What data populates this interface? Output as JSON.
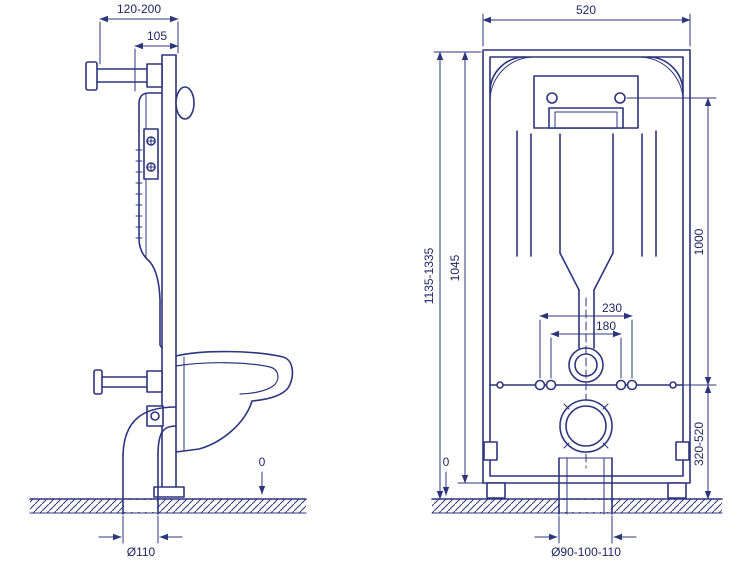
{
  "colors": {
    "line": "#2d357d",
    "text": "#1f2663",
    "background": "#ffffff"
  },
  "left_view": {
    "dims": {
      "wall_offset": "120-200",
      "bracket_offset": "105",
      "drain_diameter": "Ø110",
      "floor_datum": "0"
    }
  },
  "right_view": {
    "dims": {
      "frame_width": "520",
      "overall_height": "1135-1335",
      "frame_height": "1045",
      "top_to_anchor": "1000",
      "bolt_spacing_outer": "230",
      "bolt_spacing_inner": "180",
      "outlet_height": "320-520",
      "drain_diameter": "Ø90-100-110",
      "floor_datum": "0"
    }
  }
}
